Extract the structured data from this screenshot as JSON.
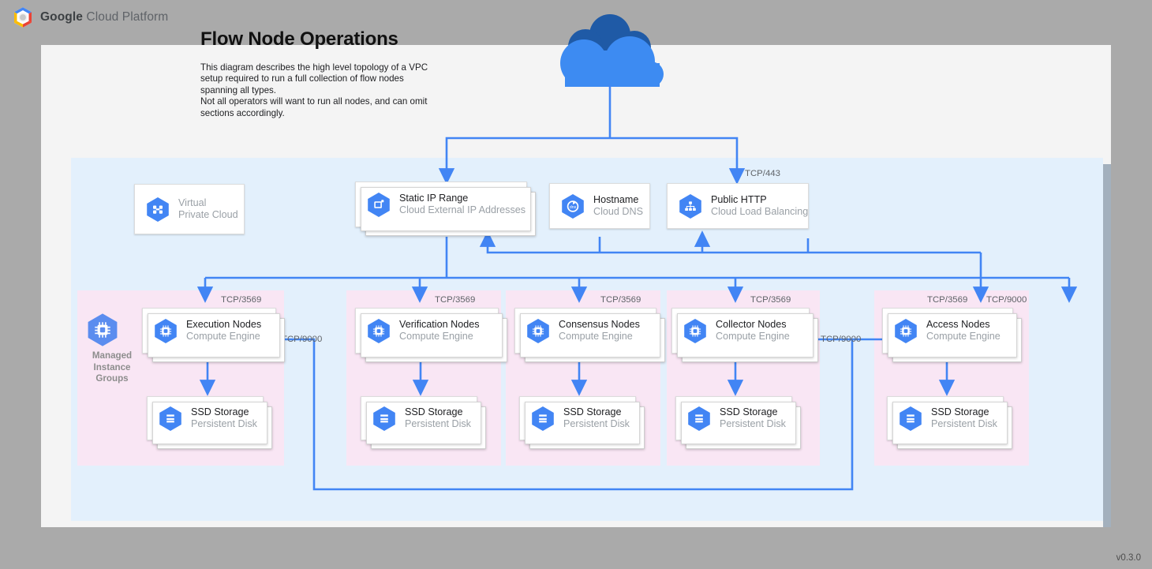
{
  "brand": {
    "bold": "Google",
    "rest": " Cloud Platform",
    "logo_icon": "gcp-hexagon-logo"
  },
  "header": {
    "title": "Flow Node Operations",
    "description": "This diagram describes the high level topology of a VPC setup required to run a full collection of flow nodes spanning all types.\nNot all operators will want to run all nodes, and can omit sections accordingly."
  },
  "footer": {
    "version": "v0.3.0"
  },
  "internet": {
    "icon": "cloud-icon"
  },
  "colors": {
    "page_bg": "#aaaaaa",
    "canvas": "#f4f4f4",
    "vpc_fill": "#e3f0fc",
    "group_fill": "#f9e6f4",
    "wire": "#4285f4",
    "gcp_blue": "#4285f4",
    "cloud_light": "#3d8bf2",
    "cloud_dark": "#1f5aa6",
    "muted_text": "#9aa0a6"
  },
  "top_row": [
    {
      "title": "Virtual",
      "subtitle": "Private Cloud",
      "icon": "vpc-icon",
      "muted": true,
      "stacked": false
    },
    {
      "title": "Static IP Range",
      "subtitle": "Cloud External IP Addresses",
      "icon": "external-ip-icon",
      "muted": false,
      "stacked": true
    },
    {
      "title": "Hostname",
      "subtitle": "Cloud DNS",
      "icon": "cloud-dns-icon",
      "muted": false,
      "stacked": false
    },
    {
      "title": "Public HTTP",
      "subtitle": "Cloud Load Balancing",
      "icon": "load-balancer-icon",
      "muted": false,
      "stacked": false
    }
  ],
  "mig_label": {
    "icon": "compute-engine-icon",
    "line1": "Managed",
    "line2": "Instance",
    "line3": "Groups"
  },
  "node_groups": [
    {
      "node": {
        "title": "Execution Nodes",
        "subtitle": "Compute Engine",
        "icon": "compute-engine-icon"
      },
      "storage": {
        "title": "SSD Storage",
        "subtitle": "Persistent Disk",
        "icon": "persistent-disk-icon"
      },
      "inbound_port": "TCP/3569"
    },
    {
      "node": {
        "title": "Verification Nodes",
        "subtitle": "Compute Engine",
        "icon": "compute-engine-icon"
      },
      "storage": {
        "title": "SSD Storage",
        "subtitle": "Persistent Disk",
        "icon": "persistent-disk-icon"
      },
      "inbound_port": "TCP/3569"
    },
    {
      "node": {
        "title": "Consensus Nodes",
        "subtitle": "Compute Engine",
        "icon": "compute-engine-icon"
      },
      "storage": {
        "title": "SSD Storage",
        "subtitle": "Persistent Disk",
        "icon": "persistent-disk-icon"
      },
      "inbound_port": "TCP/3569"
    },
    {
      "node": {
        "title": "Collector Nodes",
        "subtitle": "Compute Engine",
        "icon": "compute-engine-icon"
      },
      "storage": {
        "title": "SSD Storage",
        "subtitle": "Persistent Disk",
        "icon": "persistent-disk-icon"
      },
      "inbound_port": "TCP/3569"
    },
    {
      "node": {
        "title": "Access Nodes",
        "subtitle": "Compute Engine",
        "icon": "compute-engine-icon"
      },
      "storage": {
        "title": "SSD Storage",
        "subtitle": "Persistent Disk",
        "icon": "persistent-disk-icon"
      },
      "inbound_port": "TCP/3569"
    }
  ],
  "port_labels": {
    "https": "TCP/443",
    "access_extra": "TCP/9000",
    "access_to_collector": "TCP/9000",
    "access_to_execution": "TCP/9000"
  }
}
